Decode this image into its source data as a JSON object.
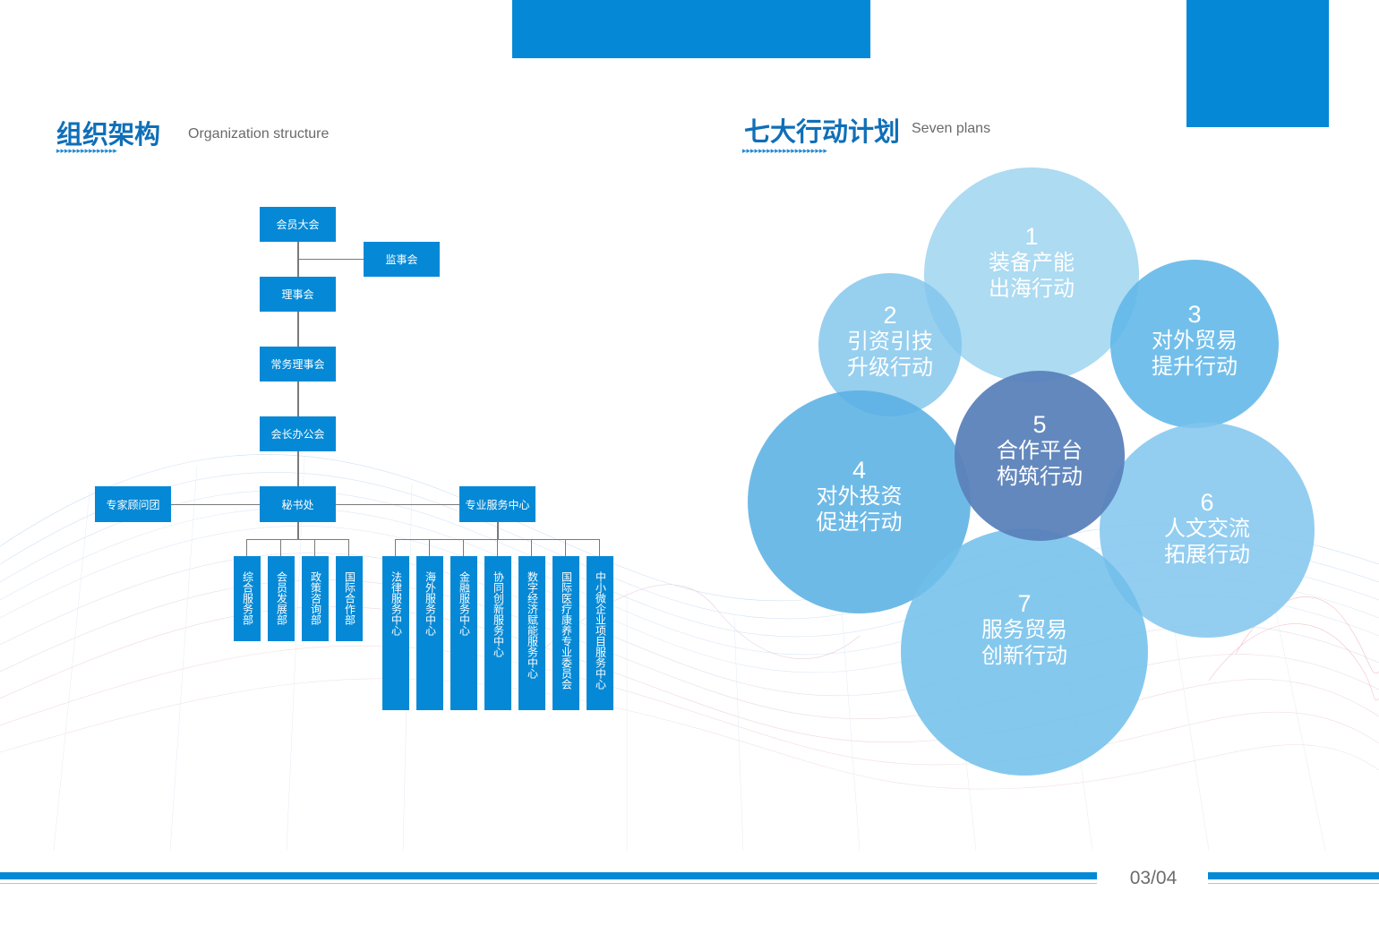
{
  "left_section": {
    "title": "组织架构",
    "subtitle": "Organization structure",
    "arrows": "▸▸▸▸▸▸▸▸▸▸▸▸▸▸▸"
  },
  "right_section": {
    "title": "七大行动计划",
    "subtitle": "Seven plans",
    "arrows": "▸▸▸▸▸▸▸▸▸▸▸▸▸▸▸▸▸▸▸▸▸"
  },
  "org": {
    "general_assembly": "会员大会",
    "supervisory_board": "监事会",
    "council": "理事会",
    "standing_council": "常务理事会",
    "presidents_office": "会长办公会",
    "expert_panel": "专家顾问团",
    "secretariat": "秘书处",
    "pro_service_center": "专业服务中心",
    "departments": [
      "综合服务部",
      "会员发展部",
      "政策咨询部",
      "国际合作部"
    ],
    "centers": [
      "法律服务中心",
      "海外服务中心",
      "金融服务中心",
      "协同创新服务中心",
      "数字经济赋能服务中心",
      "国际医疗康养专业委员会",
      "中小微企业项目服务中心"
    ]
  },
  "plans": [
    {
      "num": "1",
      "line1": "装备产能",
      "line2": "出海行动"
    },
    {
      "num": "2",
      "line1": "引资引技",
      "line2": "升级行动"
    },
    {
      "num": "3",
      "line1": "对外贸易",
      "line2": "提升行动"
    },
    {
      "num": "4",
      "line1": "对外投资",
      "line2": "促进行动"
    },
    {
      "num": "5",
      "line1": "合作平台",
      "line2": "构筑行动"
    },
    {
      "num": "6",
      "line1": "人文交流",
      "line2": "拓展行动"
    },
    {
      "num": "7",
      "line1": "服务贸易",
      "line2": "创新行动"
    }
  ],
  "colors": {
    "brand_blue": "#0589d6",
    "title_blue": "#0f6fb8",
    "core_circle": "#5b82bb"
  },
  "footer": {
    "page": "03/04"
  }
}
